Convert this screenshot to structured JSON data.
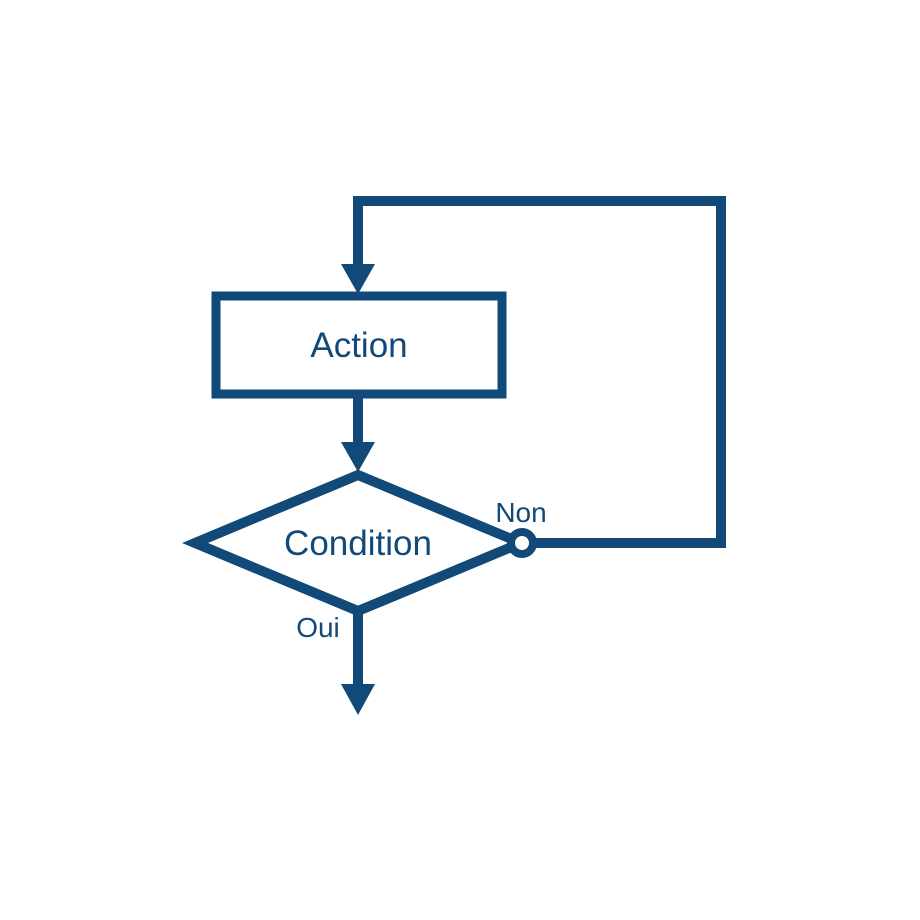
{
  "colors": {
    "line": "#114978",
    "node_fill": "#ffffff",
    "background": "#ffffff"
  },
  "diagram": {
    "nodes": {
      "action": {
        "label": "Action",
        "shape": "rectangle"
      },
      "condition": {
        "label": "Condition",
        "shape": "diamond"
      }
    },
    "edges": {
      "loop_back_label": "Non",
      "exit_label": "Oui"
    }
  }
}
